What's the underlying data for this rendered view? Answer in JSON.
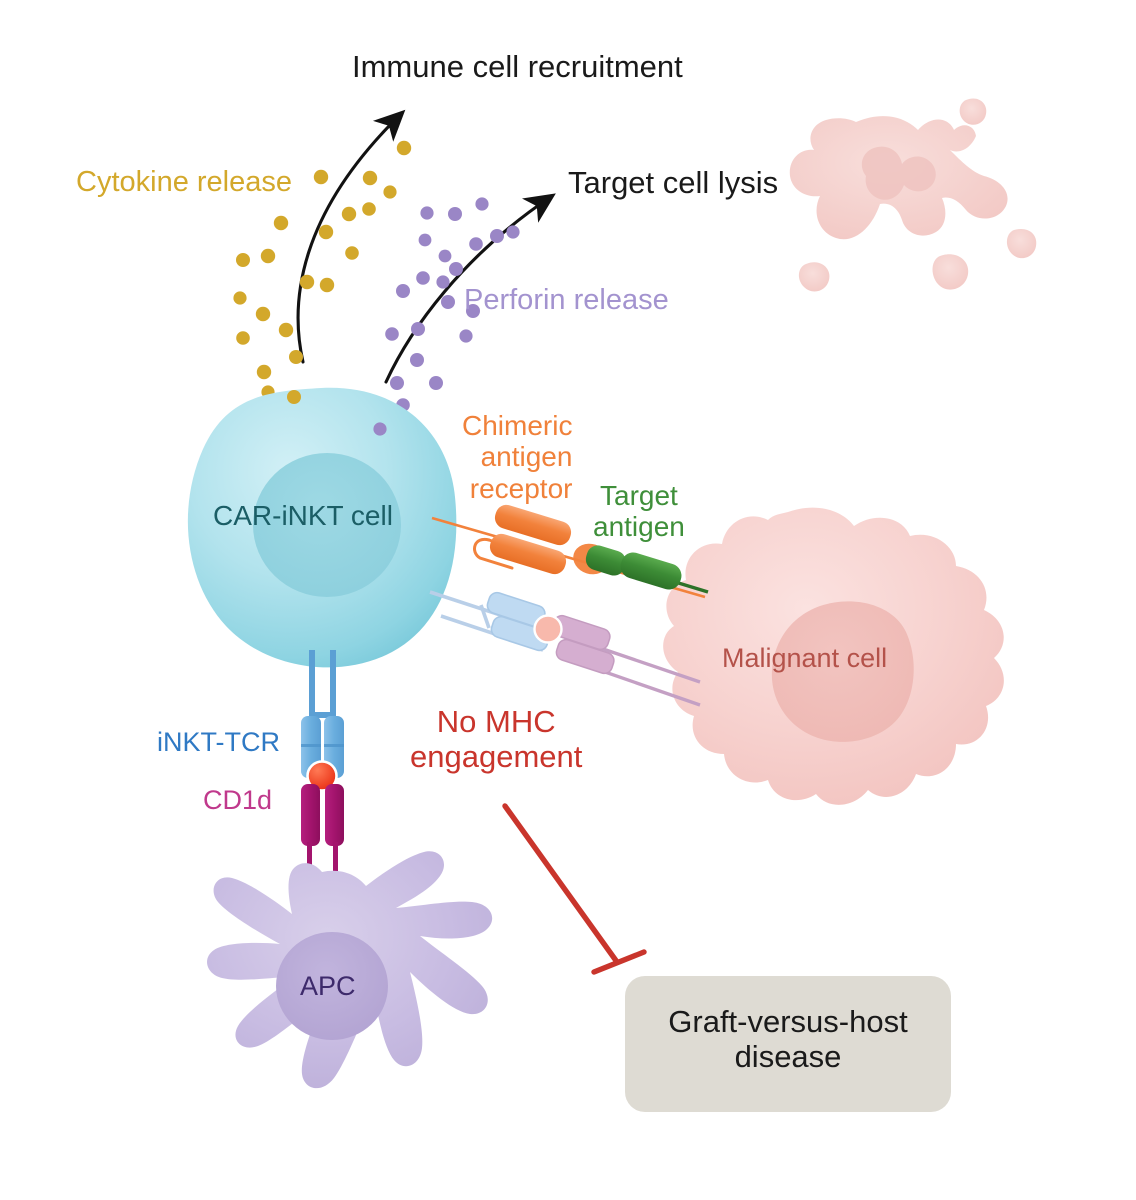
{
  "figure": {
    "type": "biomedical-mechanism-diagram",
    "subject": "CAR-iNKT cell anti-tumour mechanism without MHC engagement",
    "background_color": "#ffffff"
  },
  "labels": {
    "immune_cell_recruitment": "Immune cell recruitment",
    "target_cell_lysis": "Target cell lysis",
    "cytokine_release": "Cytokine release",
    "perforin_release": "Perforin release",
    "car_inkt_cell": "CAR-iNKT cell",
    "chimeric_antigen_receptor": "Chimeric\nantigen\nreceptor",
    "target_antigen": "Target\nantigen",
    "malignant_cell": "Malignant cell",
    "inkt_tcr": "iNKT-TCR",
    "cd1d": "CD1d",
    "no_mhc_engagement": "No MHC\nengagement",
    "apc": "APC",
    "gvhd_box": "Graft-versus-host\ndisease"
  },
  "colors": {
    "heading_black": "#1a1a1a",
    "cytokine_gold": "#d3a82b",
    "perforin_purple": "#a393cf",
    "car_inkt_fill": "#a9dee8",
    "car_inkt_rim": "#7ccadb",
    "car_inkt_nucleus": "#8fd2de",
    "car_inkt_text": "#1b5e66",
    "car_orange": "#f1813a",
    "car_orange_light": "#f69a5e",
    "target_antigen_green": "#3f8f3a",
    "target_antigen_green_dark": "#2f7a2c",
    "malignant_pink": "#f6cdcb",
    "malignant_nucleus": "#efb9b6",
    "malignant_text": "#b4524a",
    "lysed_pink": "#f4cdc9",
    "tcr_blue": "#6aaede",
    "tcr_blue_text": "#2f79c4",
    "cd1d_magenta": "#a3146d",
    "cd1d_text": "#c0398c",
    "lipid_antigen_red": "#ee3a21",
    "apc_purple": "#c5bade",
    "apc_nucleus": "#b5a8d4",
    "apc_text": "#3d2a6b",
    "faded_tcr_blue": "#bcd7f0",
    "faded_mhc_pink": "#cfa3c8",
    "faded_dot": "#f7b4a8",
    "no_mhc_red": "#c9352c",
    "gvhd_box_fill": "#dedbd3",
    "gvhd_text": "#1a1a1a",
    "arrow_black": "#121212"
  },
  "cells": [
    {
      "name": "CAR-iNKT cell",
      "color": "#a9dee8",
      "shape": "round"
    },
    {
      "name": "Malignant cell",
      "color": "#f6cdcb",
      "shape": "lobed"
    },
    {
      "name": "APC",
      "color": "#c5bade",
      "shape": "dendritic"
    },
    {
      "name": "Lysed target cell",
      "color": "#f4cdc9",
      "shape": "fragmented"
    }
  ],
  "arrows": [
    {
      "from": "CAR-iNKT cell",
      "to": "Immune cell recruitment",
      "style": "curved",
      "color": "#121212"
    },
    {
      "from": "CAR-iNKT cell",
      "to": "Target cell lysis",
      "style": "curved",
      "color": "#121212"
    },
    {
      "from": "No MHC engagement",
      "to": "Graft-versus-host disease",
      "style": "inhibition-tbar",
      "color": "#c9352c"
    }
  ],
  "particles": {
    "cytokine_count": 22,
    "cytokine_color": "#d3a82b",
    "perforin_count": 22,
    "perforin_color": "#9a86c6"
  }
}
